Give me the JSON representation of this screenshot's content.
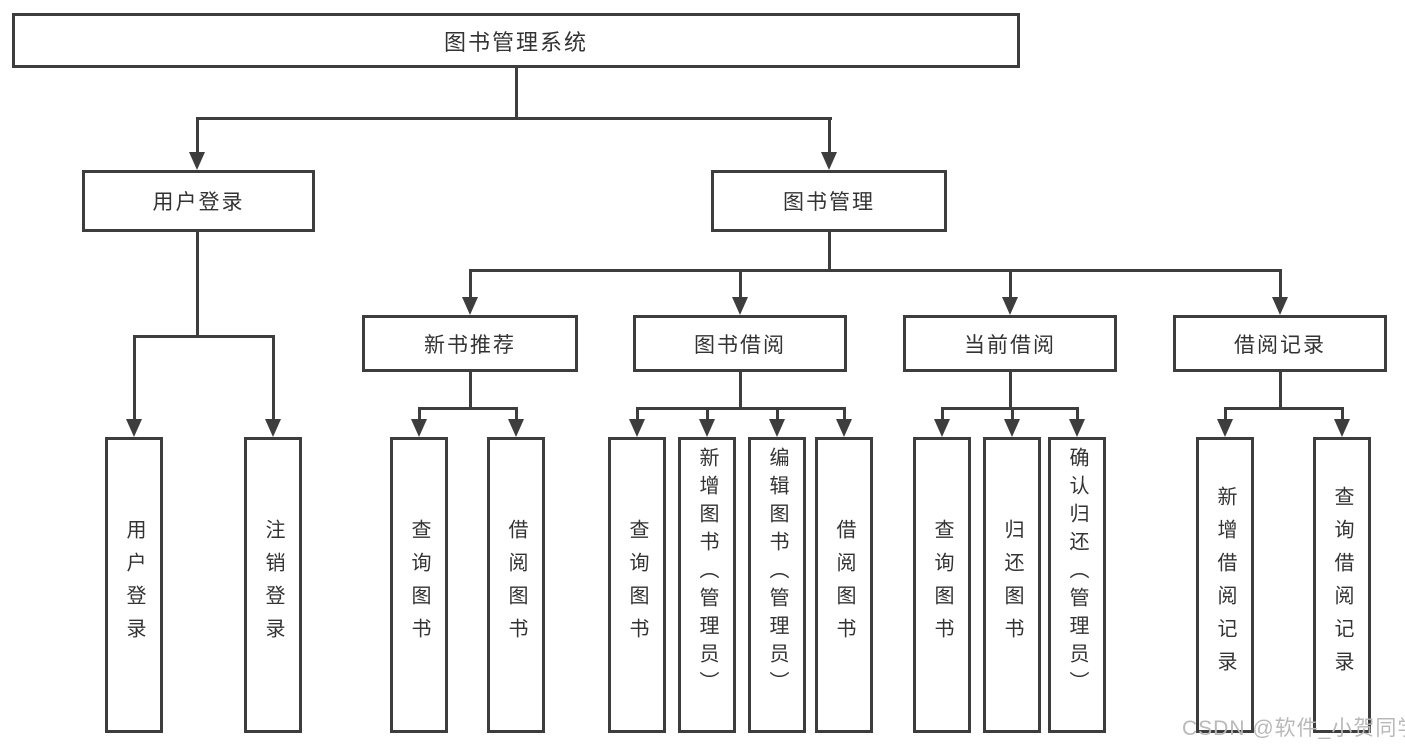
{
  "diagram": {
    "root": "图书管理系统",
    "branches": [
      {
        "label": "用户登录",
        "leaves": [
          "用户登录",
          "注销登录"
        ]
      },
      {
        "label": "图书管理",
        "sections": [
          {
            "label": "新书推荐",
            "leaves": [
              "查询图书",
              "借阅图书"
            ]
          },
          {
            "label": "图书借阅",
            "leaves": [
              "查询图书",
              "新增图书（管理员）",
              "编辑图书（管理员）",
              "借阅图书"
            ]
          },
          {
            "label": "当前借阅",
            "leaves": [
              "查询图书",
              "归还图书",
              "确认归还（管理员）"
            ]
          },
          {
            "label": "借阅记录",
            "leaves": [
              "新增借阅记录",
              "查询借阅记录"
            ]
          }
        ]
      }
    ]
  },
  "watermark": "CSDN @软件_小贺同学",
  "style": {
    "line_color": "#3d3d3d",
    "text_color": "#333333",
    "watermark_color": "#b9b9b9",
    "background": "#ffffff"
  }
}
